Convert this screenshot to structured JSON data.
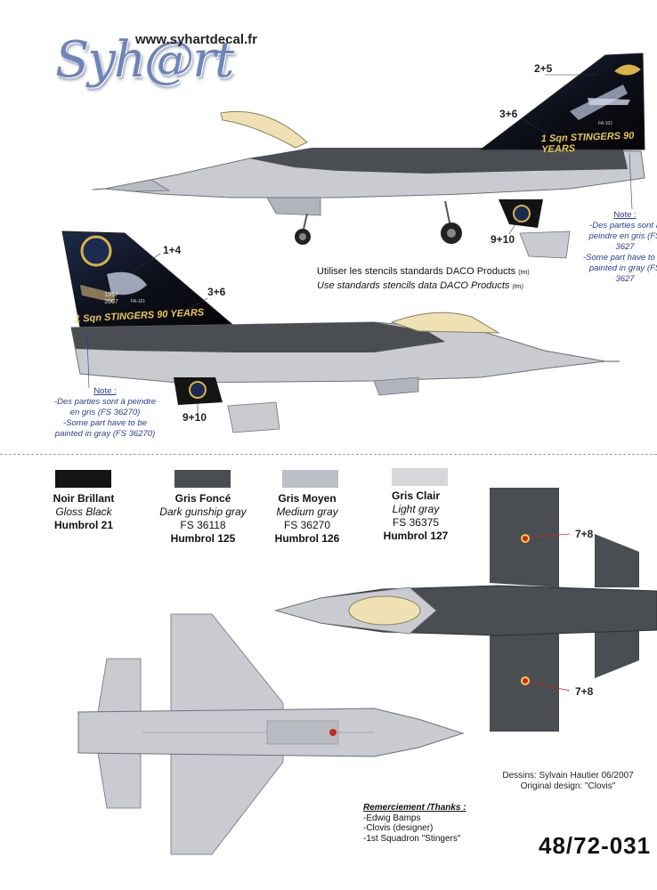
{
  "header": {
    "logo_text": "Syh@rt",
    "url": "www.syhartdecal.fr"
  },
  "callouts": {
    "top_tail_a": "2+5",
    "top_tail_b": "3+6",
    "top_fin": "9+10",
    "left_tail_a": "1+4",
    "left_tail_b": "3+6",
    "left_fin": "9+10",
    "wing_top": "7+8",
    "wing_bottom": "7+8"
  },
  "tail_art": {
    "squadron_text": "1 Sqn STINGERS 90 YEARS",
    "years": "1917 2007",
    "serial": "FA-101"
  },
  "notes": {
    "right": {
      "title": "Note :",
      "fr": "-Des parties sont à peindre en gris (FS 3627",
      "en": "-Some part have to be painted in gray (FS 3627"
    },
    "left": {
      "title": "Note :",
      "fr": "-Des parties sont à peindre en gris (FS 36270)",
      "en": "-Some part have to be painted in gray (FS 36270)"
    }
  },
  "stencils": {
    "fr": "Utiliser les stencils standards DACO Products",
    "fr_tm": "(tm)",
    "en": "Use standards stencils data DACO Products",
    "en_tm": "(tm)"
  },
  "colors": [
    {
      "fr": "Noir Brillant",
      "en": "Gloss Black",
      "fs": "",
      "humbrol": "Humbrol 21",
      "hex": "#141414"
    },
    {
      "fr": "Gris Foncé",
      "en": "Dark gunship gray",
      "fs": "FS 36118",
      "humbrol": "Humbrol 125",
      "hex": "#4a4d52"
    },
    {
      "fr": "Gris Moyen",
      "en": "Medium gray",
      "fs": "FS 36270",
      "humbrol": "Humbrol 126",
      "hex": "#bcbfc6"
    },
    {
      "fr": "Gris Clair",
      "en": "Light gray",
      "fs": "FS 36375",
      "humbrol": "Humbrol 127",
      "hex": "#d6d8dc"
    }
  ],
  "credits": {
    "drawings": "Dessins: Sylvain Hautier 06/2007",
    "original": "Original design: \"Clovis\""
  },
  "thanks": {
    "title": "Remerciement /Thanks :",
    "names": [
      "-Edwig Bamps",
      "-Clovis (designer)",
      "-1st Squadron \"Stingers\""
    ]
  },
  "reference": "48/72-031",
  "palette": {
    "dark_gray": "#4a4d52",
    "light_gray": "#c9cbd1",
    "canopy": "#efe1b3",
    "black": "#141414",
    "gold": "#d8b24a"
  }
}
